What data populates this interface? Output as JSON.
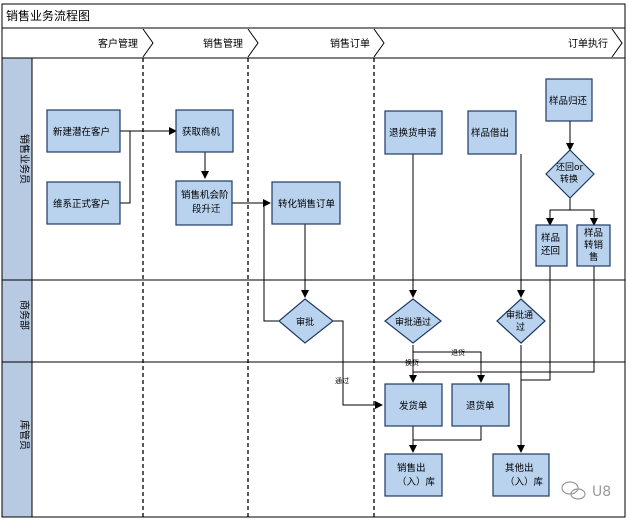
{
  "title": "销售业务流程图",
  "phases": [
    {
      "id": "customer",
      "label": "客户管理"
    },
    {
      "id": "sales",
      "label": "销售管理"
    },
    {
      "id": "order",
      "label": "销售订单"
    },
    {
      "id": "exec",
      "label": "订单执行"
    }
  ],
  "lanes": [
    {
      "id": "salesman",
      "label": "销售业务员"
    },
    {
      "id": "business",
      "label": "商务部"
    },
    {
      "id": "warehouse",
      "label": "库管员"
    }
  ],
  "nodes": {
    "new_customer": "新建潜在客户",
    "maintain_customer": "维系正式客户",
    "get_opportunity": "获取商机",
    "opportunity_stage": "销售机会阶段升迁",
    "convert_order": "转化销售订单",
    "approve_order": "审批",
    "return_request": "退换货申请",
    "sample_borrow": "样品借出",
    "sample_return": "样品归还",
    "return_or_convert": "还回or转换",
    "sample_back": "样品还回",
    "sample_to_sale": "样品转销售",
    "approved_1": "审批通过",
    "approved_2": "审批通过",
    "delivery_note": "发货单",
    "return_note": "退货单",
    "sales_io": "销售出（入）库",
    "other_io": "其他出（入）库"
  },
  "edge_labels": {
    "via": "通过",
    "exchange": "换货",
    "return": "退货"
  },
  "watermark": "U8",
  "colors": {
    "box_fill": "#b9d2ee",
    "box_stroke": "#1f3a64",
    "header_stripe": "#d9d9d9",
    "lane_head_fill": "#b8c9e2",
    "line": "#000000"
  }
}
